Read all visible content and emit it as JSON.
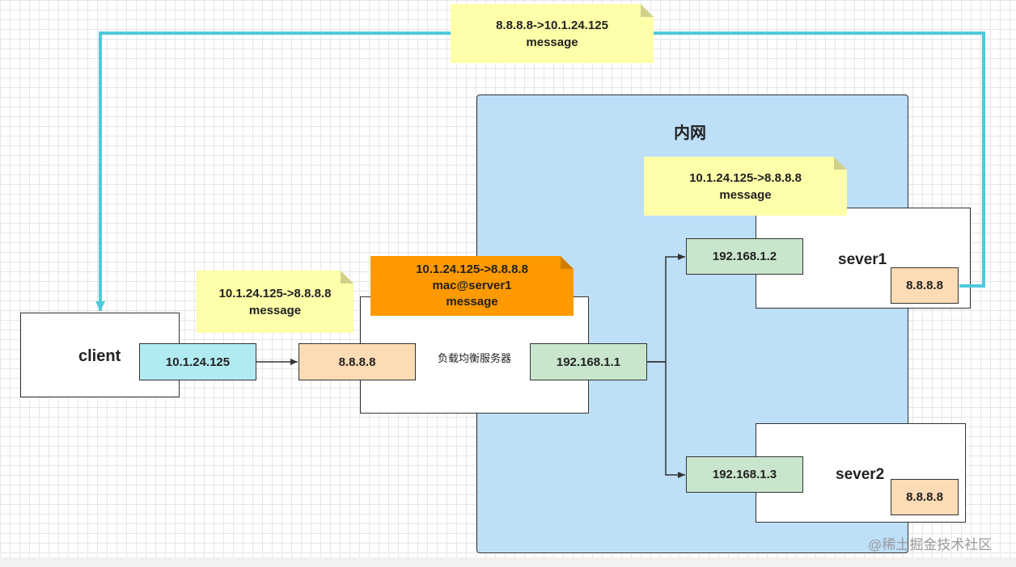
{
  "intranet": {
    "title": "内网"
  },
  "client": {
    "title": "client",
    "ip": "10.1.24.125"
  },
  "load_balancer": {
    "label": "负载均衡服务器",
    "public_ip": "8.8.8.8",
    "private_ip": "192.168.1.1"
  },
  "server1": {
    "title": "sever1",
    "private_ip": "192.168.1.2",
    "vip": "8.8.8.8"
  },
  "server2": {
    "title": "sever2",
    "private_ip": "192.168.1.3",
    "vip": "8.8.8.8"
  },
  "notes": {
    "response": {
      "line1": "8.8.8.8->10.1.24.125",
      "line2": "message"
    },
    "server1_request": {
      "line1": "10.1.24.125->8.8.8.8",
      "line2": "message"
    },
    "client_request": {
      "line1": "10.1.24.125->8.8.8.8",
      "line2": "message"
    },
    "lb_forward": {
      "line1": "10.1.24.125->8.8.8.8",
      "line2": "mac@server1",
      "line3": "message"
    }
  },
  "colors": {
    "response_path": "#4ec9db",
    "intranet": "#bddff8",
    "note_yellow": "#ffffaa",
    "note_orange": "#ff9900"
  },
  "watermark": "@稀土掘金技术社区"
}
